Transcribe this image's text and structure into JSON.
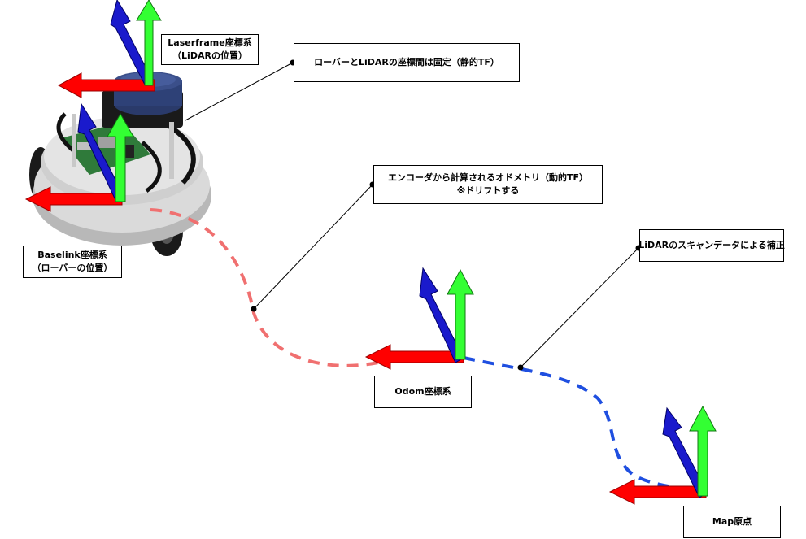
{
  "colors": {
    "x_axis": "#ff0000",
    "y_axis": "#33ff33",
    "z_axis": "#1a1acc",
    "odom_path": "#f07070",
    "lidar_path": "#1f4fe0"
  },
  "labels": {
    "laserframe": {
      "line1": "Laserframe座標系",
      "line2": "（LiDARの位置）"
    },
    "static_tf": {
      "line1": "ローバーとLiDARの座標間は固定（静的TF）"
    },
    "dynamic_tf": {
      "line1": "エンコーダから計算されるオドメトリ（動的TF）",
      "line2": "※ドリフトする"
    },
    "lidar_correction": {
      "line1": "LiDARのスキャンデータによる補正"
    },
    "baselink": {
      "line1": "Baselink座標系",
      "line2": "（ローバーの位置）"
    },
    "odom": {
      "line1": "Odom座標系"
    },
    "map": {
      "line1": "Map原点"
    }
  },
  "frames": [
    "Laserframe",
    "Baselink",
    "Odom",
    "Map"
  ],
  "robot_image": "rover-with-lidar-photo"
}
